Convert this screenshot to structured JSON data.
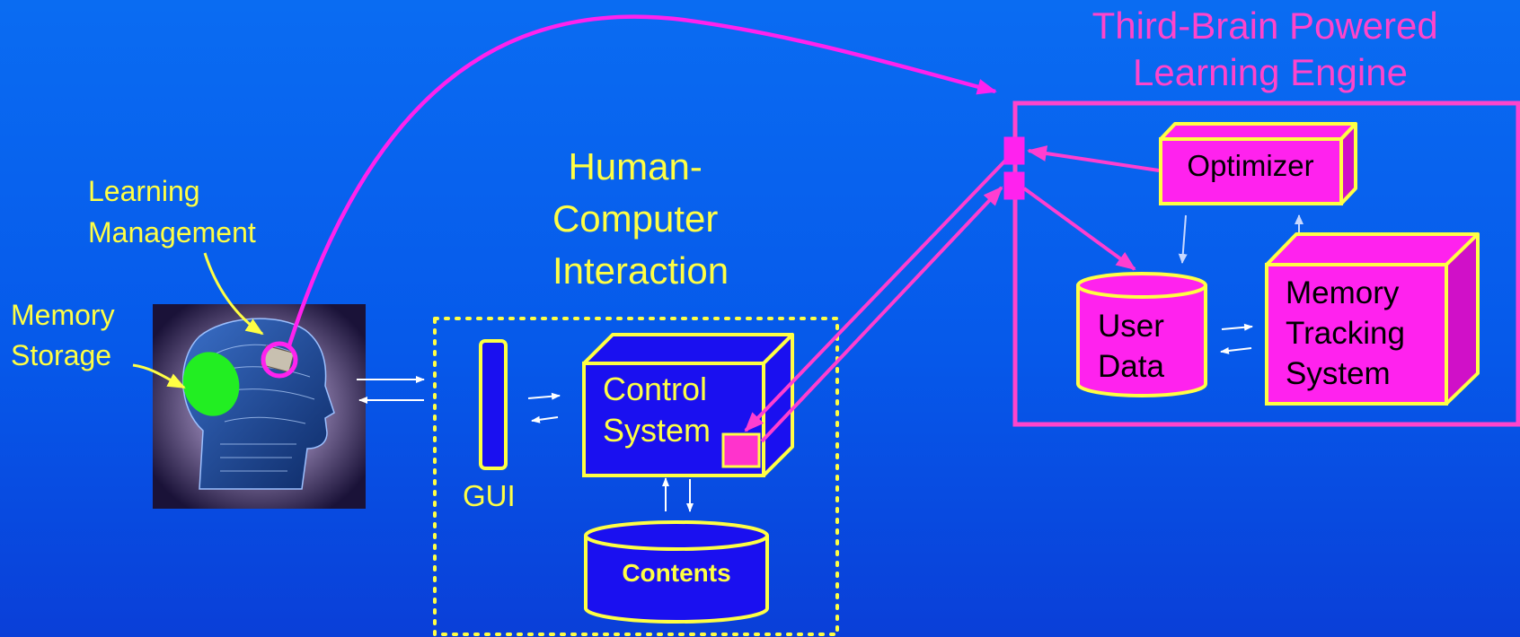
{
  "labels": {
    "learning_management": [
      "Learning",
      "Management"
    ],
    "memory_storage": [
      "Memory",
      "Storage"
    ],
    "hci_title": [
      "Human-",
      "Computer",
      "Interaction"
    ],
    "engine_title": [
      "Third-Brain Powered",
      "Learning Engine"
    ],
    "gui": "GUI",
    "control_system": [
      "Control",
      "System"
    ],
    "contents": "Contents",
    "optimizer": "Optimizer",
    "user_data": [
      "User",
      "Data"
    ],
    "memory_tracking": [
      "Memory",
      "Tracking",
      "System"
    ]
  },
  "colors": {
    "yellow": "#ffff44",
    "magenta": "#ff22ee",
    "pink_label": "#ff44cc",
    "box_blue": "#1a10f0",
    "green": "#22ee22"
  }
}
